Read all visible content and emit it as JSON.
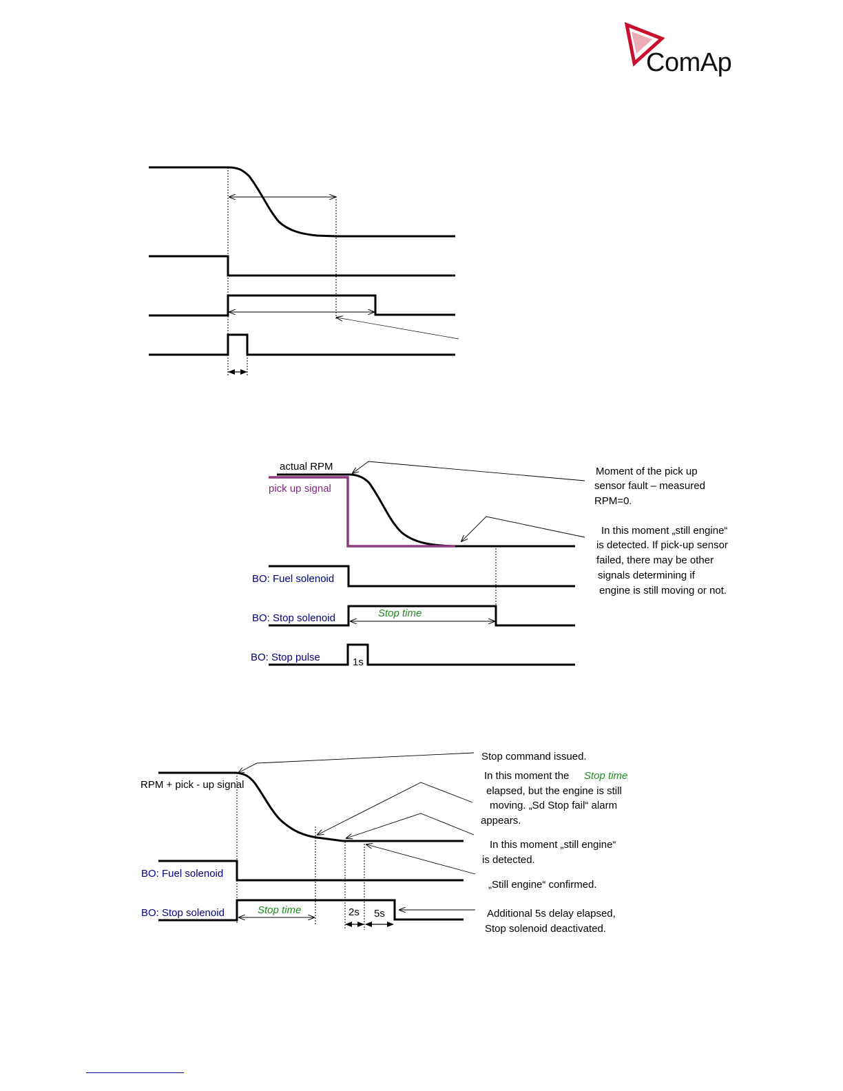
{
  "header": {
    "logo_text": "ComAp",
    "logo_color": "#c8102e"
  },
  "diagram2": {
    "actual_rpm": "actual RPM",
    "pickup_signal": "pick   up signal",
    "bo_fuel": "BO: Fuel solenoid",
    "bo_stop_solenoid": "BO: Stop solenoid",
    "bo_stop_pulse": "BO: Stop pulse",
    "stop_time": "Stop time",
    "one_s": "1s",
    "note1": [
      "Moment of the pick  up",
      "sensor fault  – measured",
      "RPM=0."
    ],
    "note2": [
      "In this moment „still engine“",
      "is detected. If pick-up sensor",
      "failed, there may be other",
      "signals determining if",
      "engine is still moving or not."
    ],
    "pickup_color": "#8b3a7a"
  },
  "diagram3": {
    "rpm_pickup": "RPM + pick  - up signal",
    "bo_fuel": "BO: Fuel solenoid",
    "bo_stop_solenoid": "BO: Stop solenoid",
    "stop_time": "Stop time",
    "two_s": "2s",
    "five_s": "5s",
    "note_stop_cmd": "Stop command issued.",
    "note_elapsed_prefix": "In this moment the",
    "note_elapsed_stop_time": "Stop time",
    "note_elapsed_lines": [
      "elapsed, but the engine is still",
      "moving. „Sd Stop fail“ alarm",
      "appears."
    ],
    "note_still": [
      "In this moment „still engine“",
      "is detected."
    ],
    "note_confirmed": "„Still engine“ confirmed.",
    "note_additional": [
      "Additional 5s delay elapsed,",
      "Stop solenoid deactivated."
    ]
  }
}
